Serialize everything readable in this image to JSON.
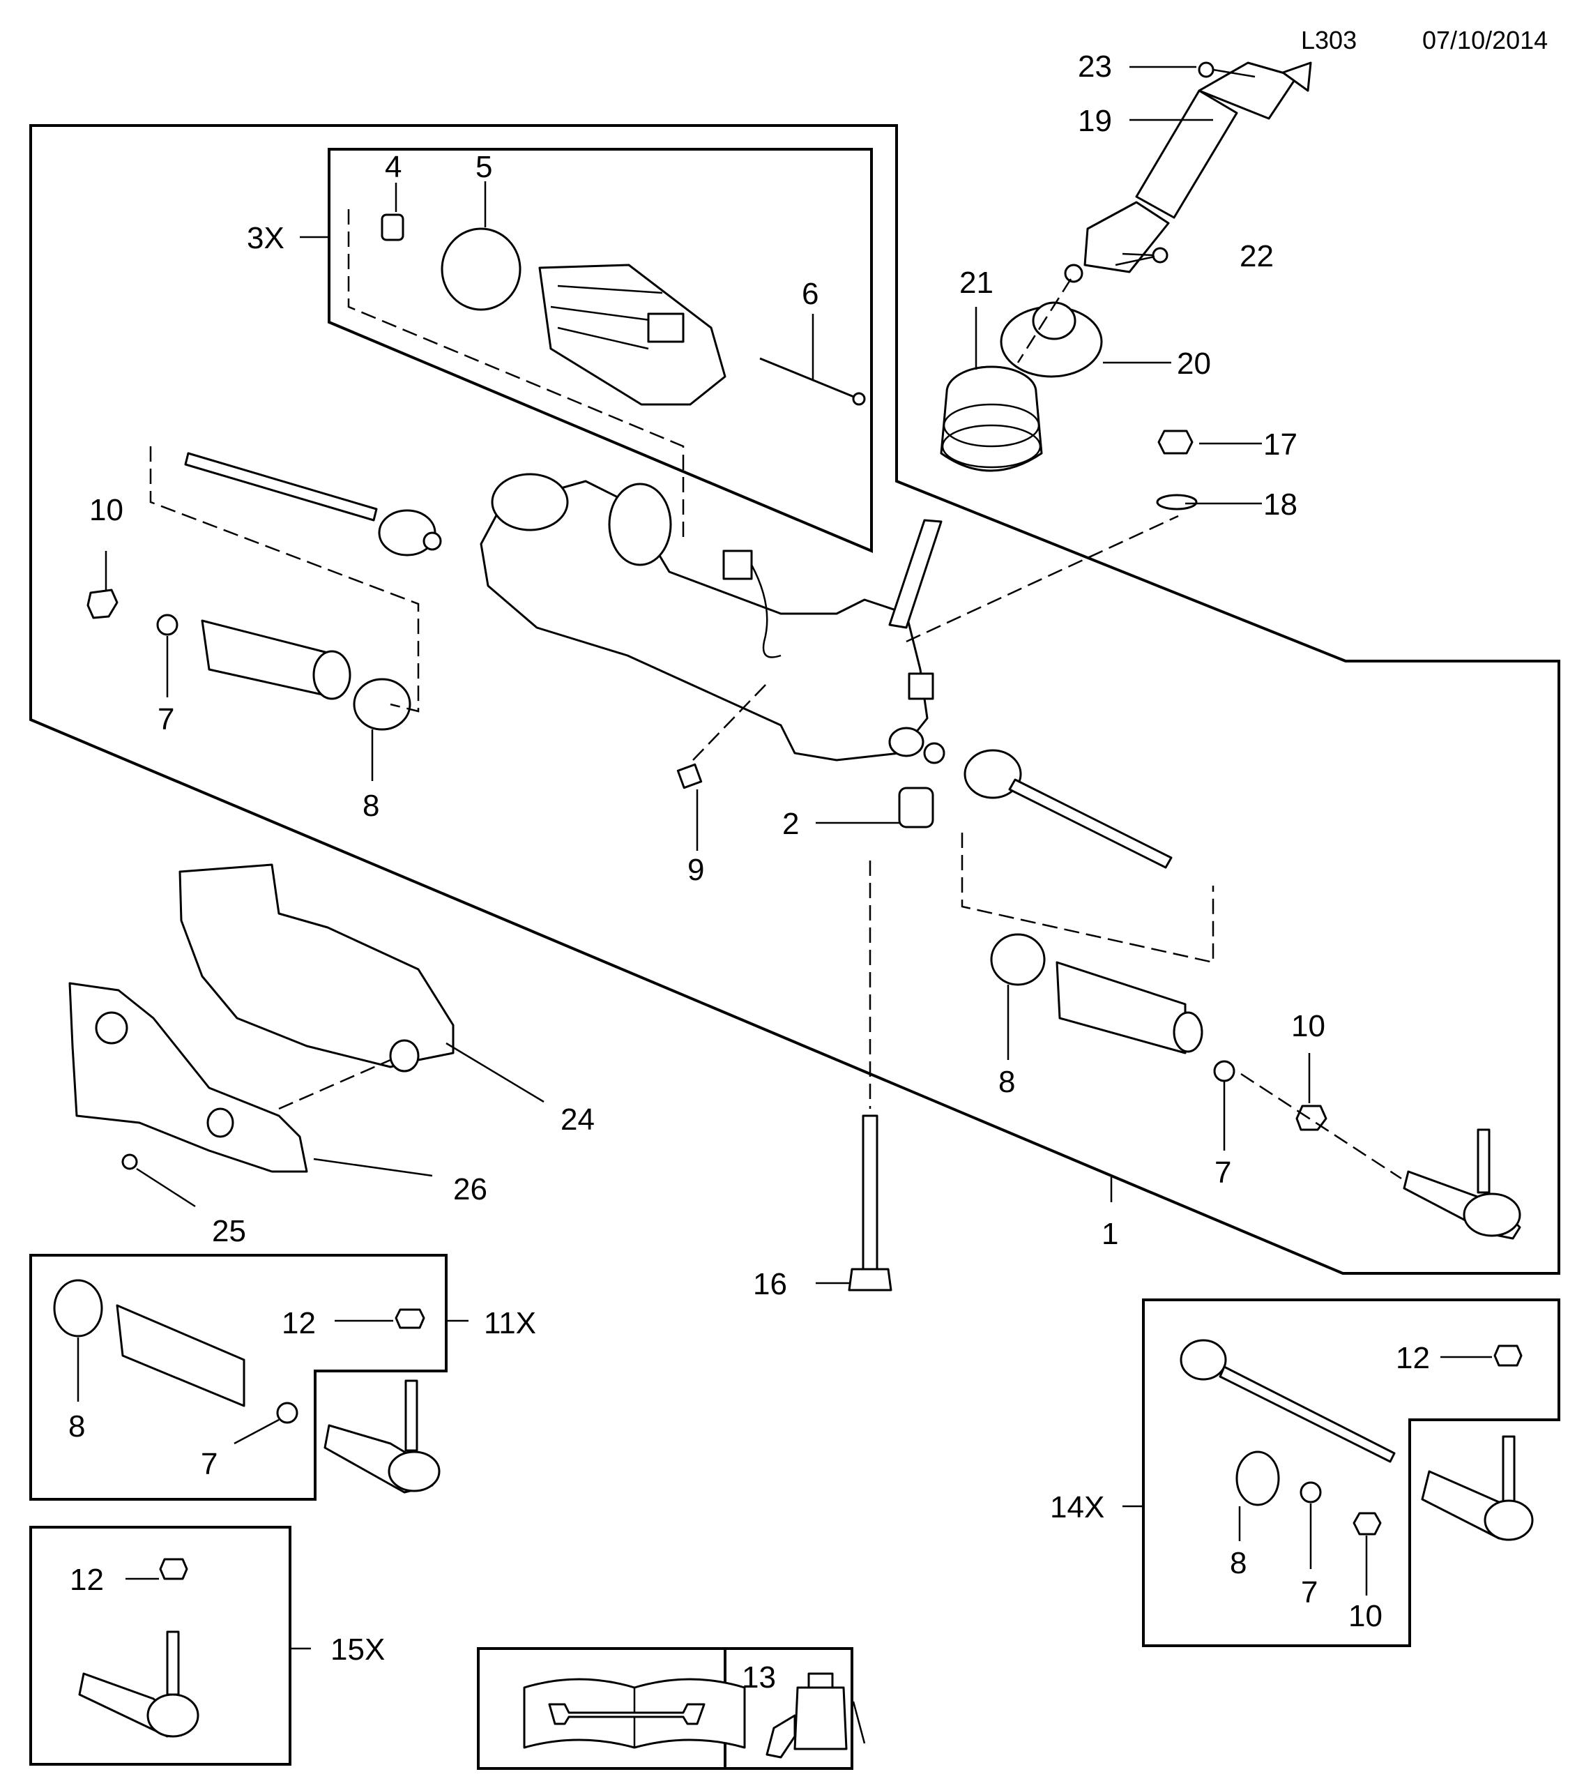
{
  "header": {
    "code": "L303",
    "date": "07/10/2014"
  },
  "callouts": {
    "c1": "1",
    "c2": "2",
    "c3x": "3X",
    "c4": "4",
    "c5": "5",
    "c6": "6",
    "c7a": "7",
    "c7b": "7",
    "c7c": "7",
    "c7d": "7",
    "c8a": "8",
    "c8b": "8",
    "c8c": "8",
    "c8d": "8",
    "c9": "9",
    "c10a": "10",
    "c10b": "10",
    "c10c": "10",
    "c11x": "11X",
    "c12a": "12",
    "c12b": "12",
    "c12c": "12",
    "c13": "13",
    "c14x": "14X",
    "c15x": "15X",
    "c16": "16",
    "c17": "17",
    "c18": "18",
    "c19": "19",
    "c20": "20",
    "c21": "21",
    "c22": "22",
    "c23": "23",
    "c24": "24",
    "c25": "25",
    "c26": "26"
  },
  "icons": [
    "manual-wrench-icon",
    "lubricant-tube-icon"
  ]
}
